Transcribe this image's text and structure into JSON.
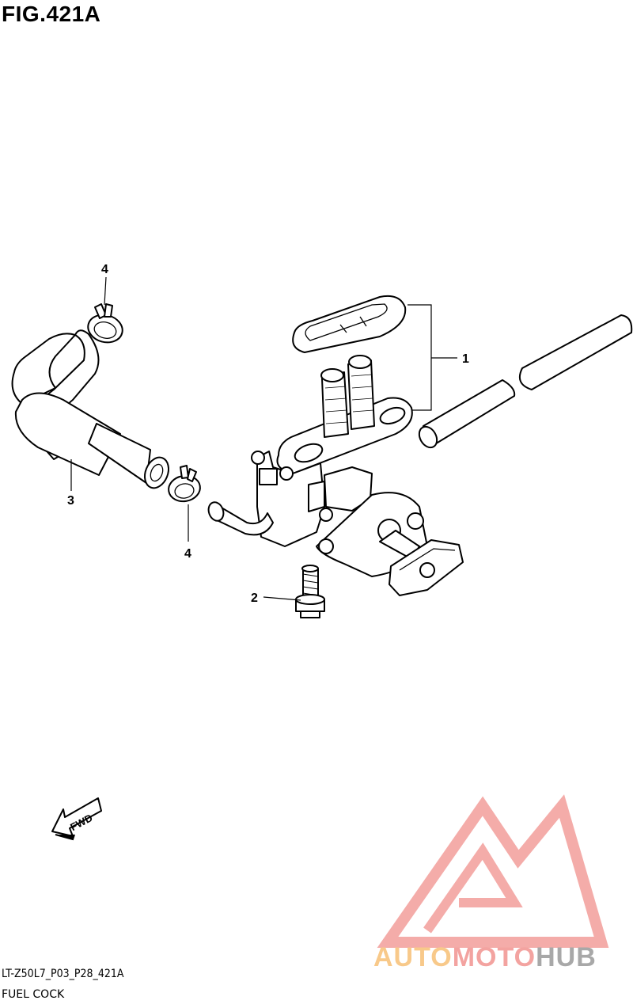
{
  "figure": {
    "title": "FIG.421A"
  },
  "callouts": [
    {
      "id": "1",
      "label": "1"
    },
    {
      "id": "2",
      "label": "2"
    },
    {
      "id": "3",
      "label": "3"
    },
    {
      "id": "4a",
      "label": "4"
    },
    {
      "id": "4b",
      "label": "4"
    }
  ],
  "direction_arrow": {
    "label": "FWD"
  },
  "footer": {
    "code": "LT-Z50L7_P03_P28_421A",
    "description": "FUEL COCK"
  },
  "watermark": {
    "part1": "AUTO",
    "part2": "MOTO",
    "part3": "HUB",
    "colors": {
      "logo": "#f3a3a0",
      "auto": "#f8c98a",
      "moto": "#f3a3a0",
      "hub": "#a8a8a8"
    }
  }
}
